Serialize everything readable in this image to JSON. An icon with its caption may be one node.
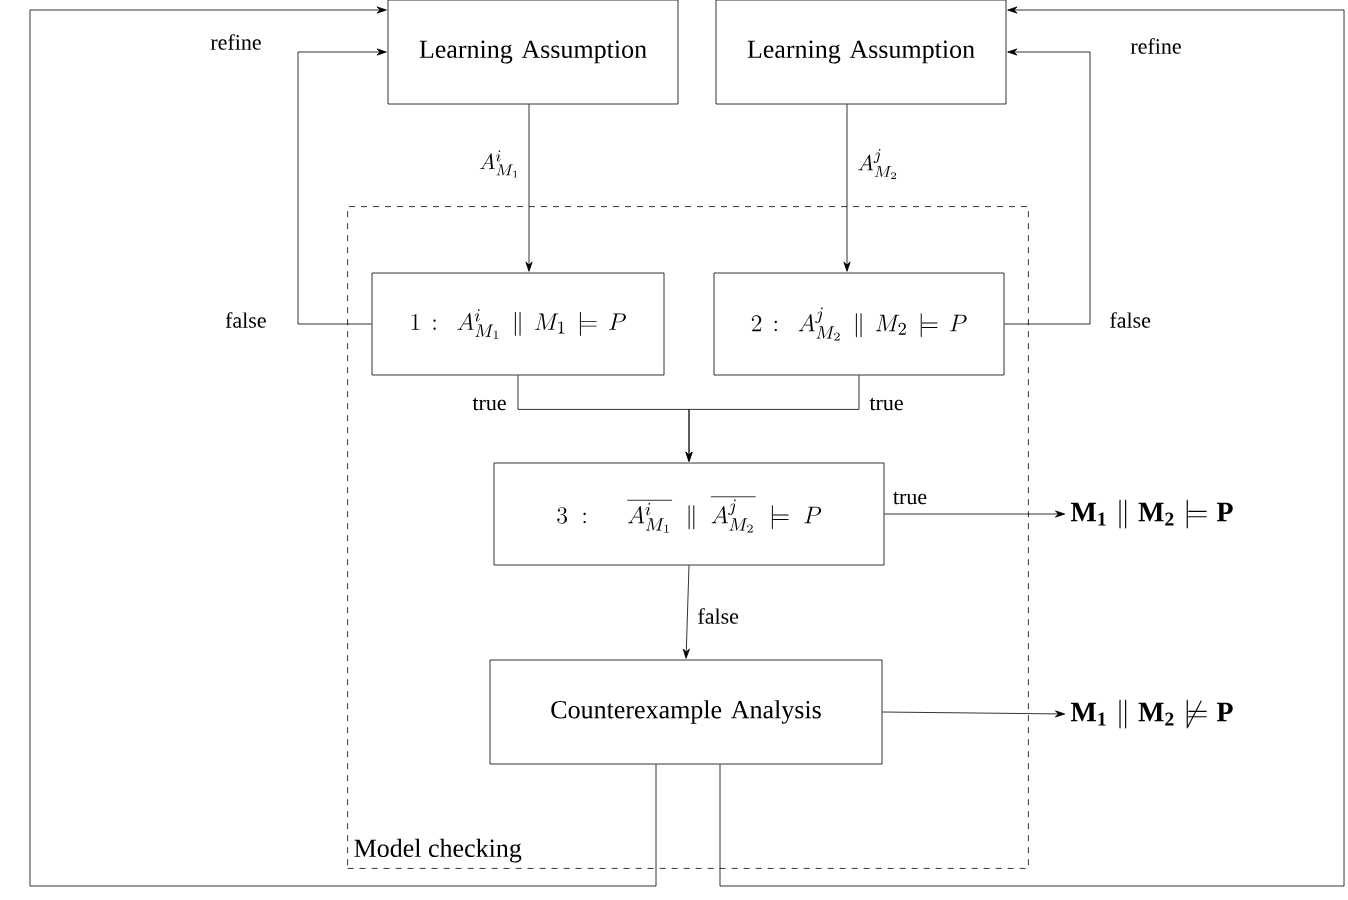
{
  "diagram": {
    "nodes": [
      {
        "text": [
          "Model checking"
        ]
      },
      {
        "text": [
          "Learning Assumption"
        ]
      },
      {
        "text": [
          "Learning Assumption"
        ]
      },
      {
        "text": [
          "1:\\ A^{i}_{M_1} \\parallel M_1 \\models P"
        ],
        "in": 0
      },
      {
        "text": [
          "2:\\ A^{j}_{M_2} \\parallel M_2 \\models P"
        ],
        "in": 0
      },
      {
        "text": [
          "3:\\quad \\overline{A^{i}_{M_1}} \\parallel \\overline{A^{j}_{M_2}} \\models P"
        ],
        "in": 0
      },
      {
        "text": [
          "Counterexample Analysis"
        ],
        "in": 0
      },
      {
        "text": [
          "\\mathbf{M_1 \\parallel M_2 \\models P}"
        ]
      },
      {
        "text": [
          "\\mathbf{M_1 \\parallel M_2 \\not\\models P}"
        ]
      }
    ],
    "edges": [
      {
        "from": 1,
        "to": 3,
        "arrow": "to",
        "label": "A^{i}_{M_1}"
      },
      {
        "from": 2,
        "to": 4,
        "arrow": "to",
        "label": "A^{j}_{M_2}"
      },
      {
        "from": 3,
        "to": 1,
        "arrow": "to",
        "label": "false"
      },
      {
        "from": 4,
        "to": 2,
        "arrow": "to",
        "label": "false"
      },
      {
        "from": 3,
        "to": 5,
        "arrow": "to",
        "label": "true"
      },
      {
        "from": 4,
        "to": 5,
        "arrow": "to",
        "label": "true"
      },
      {
        "from": 5,
        "to": 7,
        "arrow": "to",
        "label": "true"
      },
      {
        "from": 5,
        "to": 6,
        "arrow": "to",
        "label": "false"
      },
      {
        "from": 6,
        "to": 8,
        "arrow": "to"
      },
      {
        "from": 6,
        "to": 1,
        "arrow": "to"
      },
      {
        "from": 6,
        "to": 2,
        "arrow": "to"
      }
    ],
    "labels": [
      "refine",
      "refine"
    ]
  }
}
